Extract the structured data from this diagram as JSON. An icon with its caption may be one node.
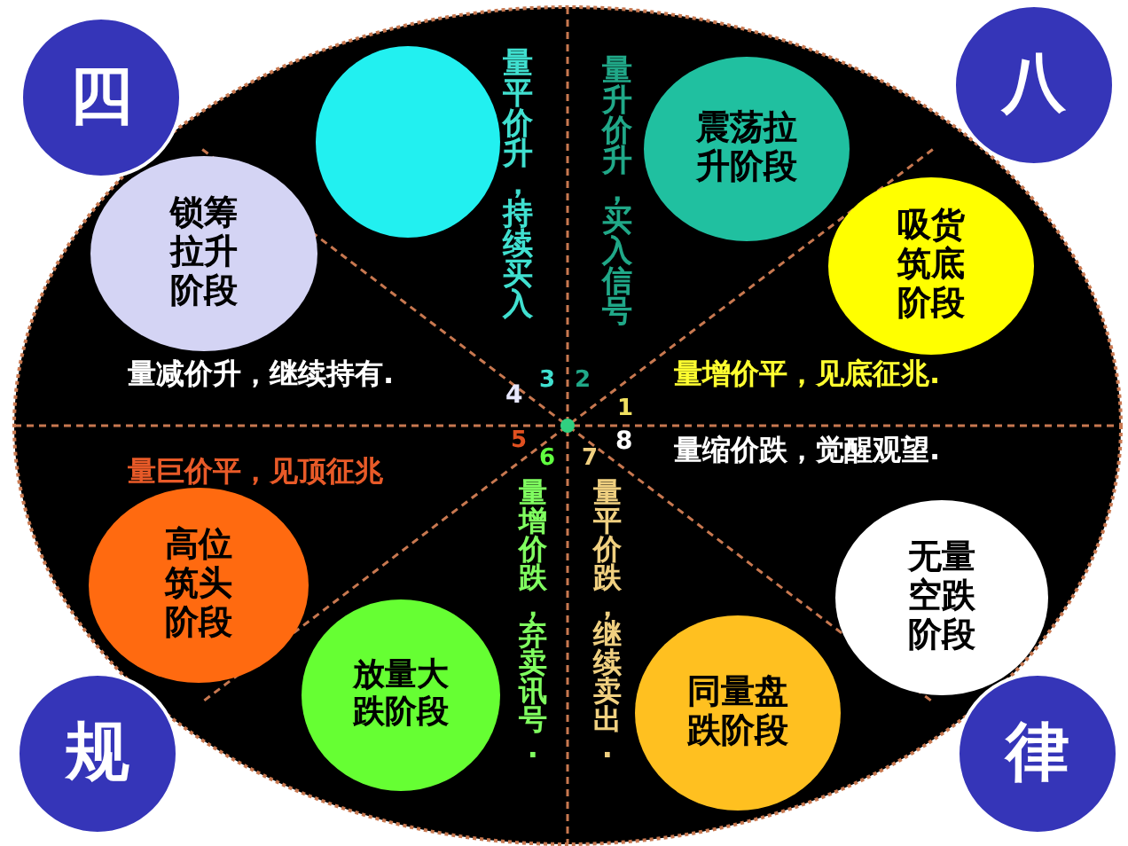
{
  "diagram": {
    "nodes": [
      {
        "text": [
          "四"
        ]
      },
      {
        "text": [],
        "shape": "circle"
      },
      {
        "text": [
          "震荡拉升阶段"
        ]
      },
      {
        "text": [
          "八"
        ]
      },
      {
        "text": [
          "锁筹拉升阶段"
        ]
      },
      {
        "text": [
          "吸货筑底阶段"
        ]
      },
      {
        "text": [
          "高位筑头阶段"
        ]
      },
      {
        "text": [
          "无量空跌阶段"
        ]
      },
      {
        "text": [
          "放量大跌阶段"
        ]
      },
      {
        "text": [
          "同量盘跌阶段"
        ]
      },
      {
        "text": [
          "规"
        ]
      },
      {
        "text": [
          "律"
        ]
      }
    ],
    "edges": [],
    "labels": [
      "量平价升，持续买入",
      "量升价升，买入信号",
      "量减价升，继续持有.",
      "4",
      "3",
      "2",
      "1",
      "量增价平，见底征兆.",
      "5",
      "6",
      "7",
      "8",
      "量巨价平，见顶征兆",
      "量缩价跌，觉醒观望.",
      "量增价跌，弃卖讯号.",
      "量平价跌，继续卖出."
    ]
  }
}
